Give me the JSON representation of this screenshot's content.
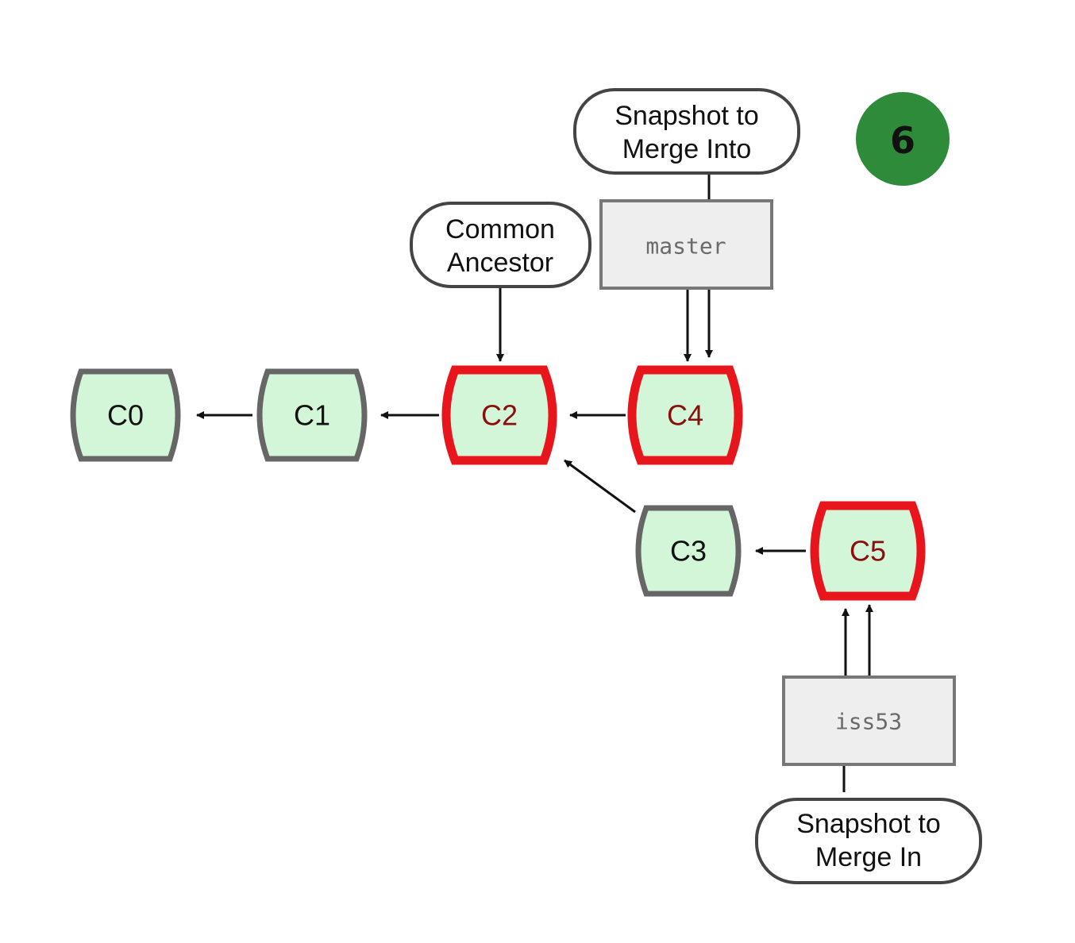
{
  "badge": {
    "text": "6",
    "color": "#2e8b3a"
  },
  "colors": {
    "commit_fill": "#d3f5d8",
    "commit_border": "#666666",
    "highlight_border": "#e8161c",
    "highlight_text": "#8a0e0e",
    "branch_fill": "#eeeeee",
    "branch_border": "#777777"
  },
  "commits": [
    {
      "id": "C0",
      "label": "C0",
      "highlighted": false
    },
    {
      "id": "C1",
      "label": "C1",
      "highlighted": false
    },
    {
      "id": "C2",
      "label": "C2",
      "highlighted": true
    },
    {
      "id": "C4",
      "label": "C4",
      "highlighted": true
    },
    {
      "id": "C3",
      "label": "C3",
      "highlighted": false
    },
    {
      "id": "C5",
      "label": "C5",
      "highlighted": true
    }
  ],
  "branches": [
    {
      "id": "master",
      "label": "master",
      "points_to": "C4"
    },
    {
      "id": "iss53",
      "label": "iss53",
      "points_to": "C5"
    }
  ],
  "callouts": [
    {
      "id": "merge-into",
      "lines": [
        "Snapshot to",
        "Merge Into"
      ],
      "target": "master"
    },
    {
      "id": "common-ancestor",
      "lines": [
        "Common",
        "Ancestor"
      ],
      "target": "C2"
    },
    {
      "id": "merge-in",
      "lines": [
        "Snapshot to",
        "Merge In"
      ],
      "target": "iss53"
    }
  ],
  "edges": [
    {
      "from": "C1",
      "to": "C0"
    },
    {
      "from": "C2",
      "to": "C1"
    },
    {
      "from": "C4",
      "to": "C2"
    },
    {
      "from": "C3",
      "to": "C2"
    },
    {
      "from": "C5",
      "to": "C3"
    }
  ]
}
